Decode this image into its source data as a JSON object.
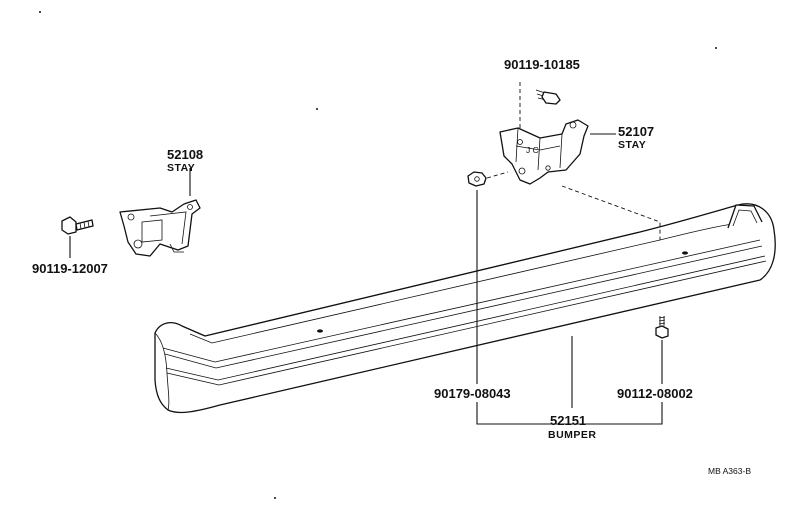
{
  "parts": {
    "stay_left": {
      "number": "52108",
      "name": "STAY"
    },
    "stay_right": {
      "number": "52107",
      "name": "STAY"
    },
    "bolt_left": {
      "number": "90119-12007"
    },
    "bolt_top": {
      "number": "90119-10185"
    },
    "nut": {
      "number": "90179-08043"
    },
    "bolt_bottom": {
      "number": "90112-08002"
    },
    "bumper": {
      "number": "52151",
      "name": "BUMPER"
    }
  },
  "diagram_ref": "MB A363-B"
}
